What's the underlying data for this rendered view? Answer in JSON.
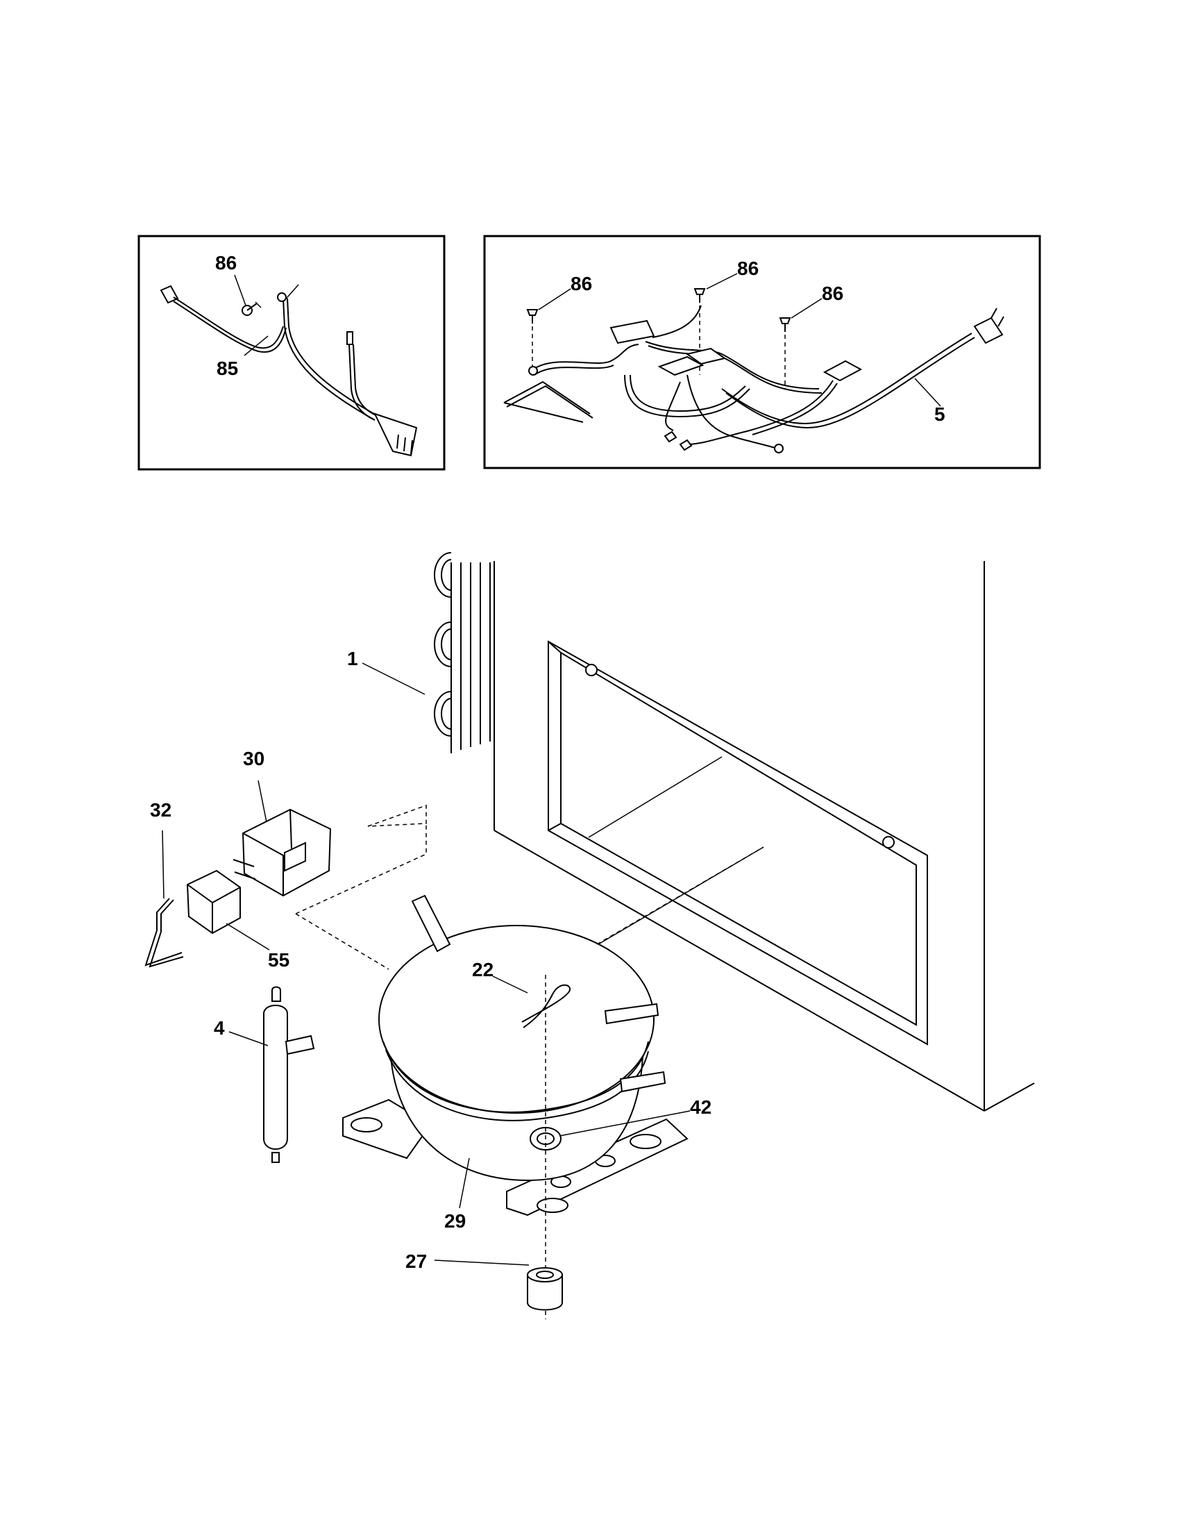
{
  "callouts": {
    "c86a": "86",
    "c85": "85",
    "c86b": "86",
    "c86c": "86",
    "c86d": "86",
    "c5": "5",
    "c1": "1",
    "c30": "30",
    "c32": "32",
    "c55": "55",
    "c4": "4",
    "c22": "22",
    "c42": "42",
    "c29": "29",
    "c27": "27"
  }
}
